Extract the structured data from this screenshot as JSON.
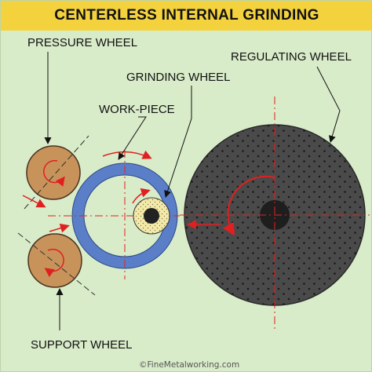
{
  "title": "CENTERLESS INTERNAL GRINDING",
  "labels": {
    "pressure_wheel": "PRESSURE WHEEL",
    "grinding_wheel": "GRINDING WHEEL",
    "work_piece": "WORK-PIECE",
    "regulating_wheel": "REGULATING WHEEL",
    "support_wheel": "SUPPORT WHEEL"
  },
  "credit": "©FineMetalworking.com",
  "colors": {
    "background": "#d9ecc9",
    "title_bar": "#f4d23e",
    "pressure_support_wheel": "#c8935a",
    "work_piece_ring": "#5a7fc8",
    "grinding_wheel": "#f5eba8",
    "regulating_wheel": "#4a4a4a",
    "hub": "#222222",
    "arrow": "#e02020"
  }
}
